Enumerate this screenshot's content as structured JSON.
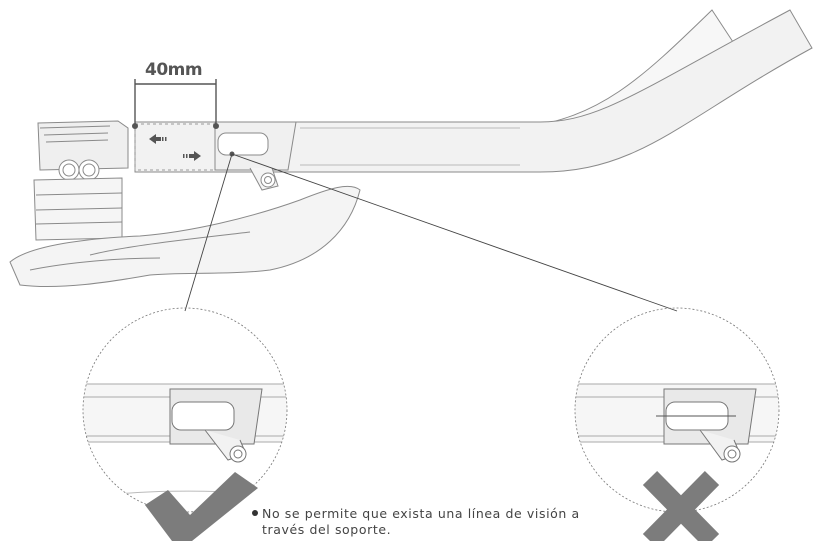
{
  "dimension": {
    "label": "40mm"
  },
  "note": {
    "line1": "No se permite que exista una línea de visión a",
    "line2": "través del soporte."
  },
  "indicators": {
    "correct": "check-mark-icon",
    "incorrect": "cross-mark-icon"
  },
  "colors": {
    "line": "#7a7a7a",
    "fill": "#f2f2f2",
    "mark": "#7c7c7c"
  }
}
